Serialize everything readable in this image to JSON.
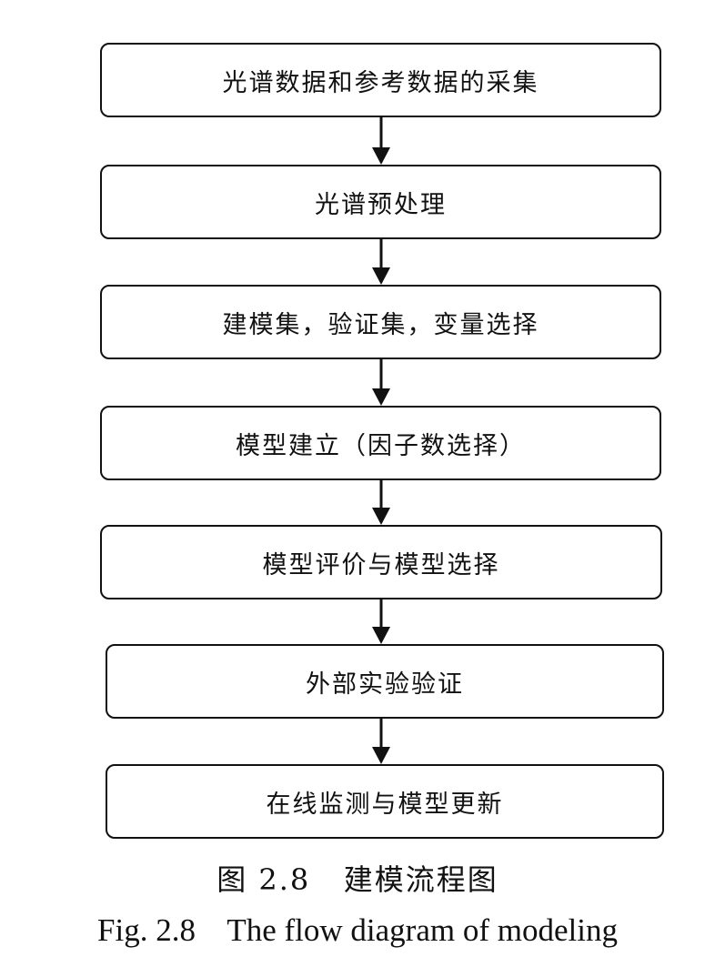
{
  "steps": [
    "光谱数据和参考数据的采集",
    "光谱预处理",
    "建模集，验证集，变量选择",
    "模型建立（因子数选择）",
    "模型评价与模型选择",
    "外部实验验证",
    "在线监测与模型更新"
  ],
  "caption": {
    "cn": "图 2.8   建模流程图",
    "en": "Fig. 2.8    The flow diagram of modeling"
  }
}
